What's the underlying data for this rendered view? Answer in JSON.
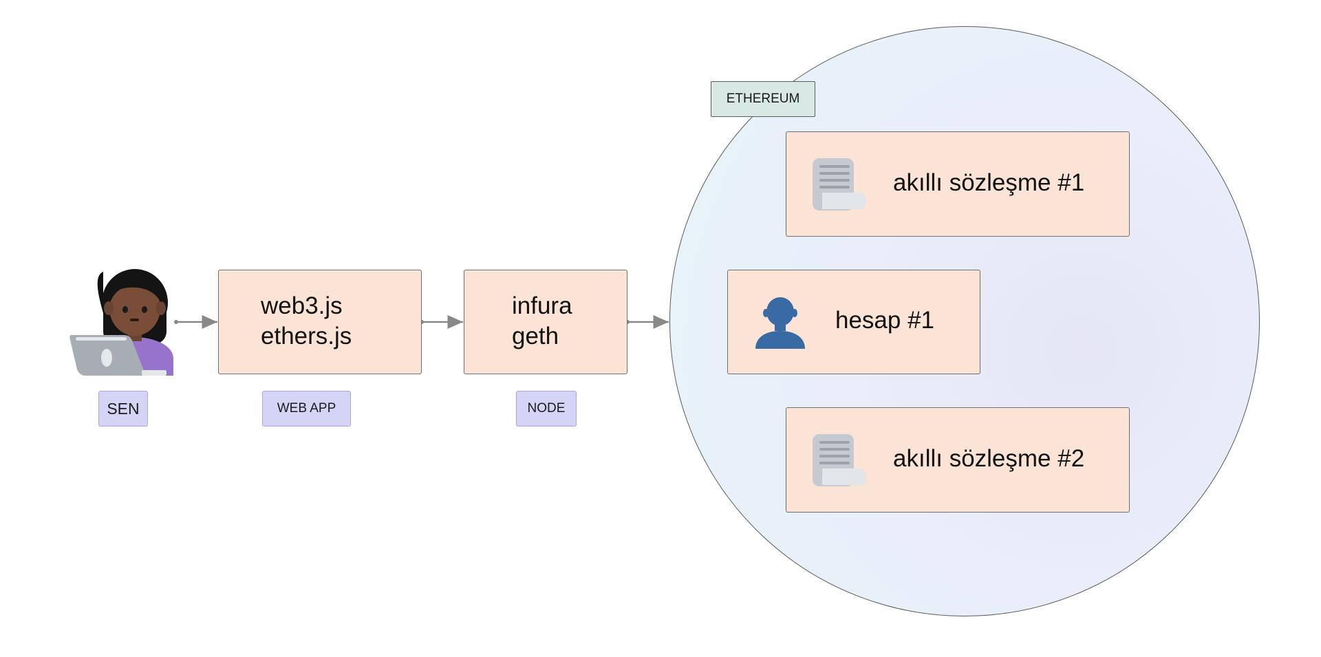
{
  "actors": {
    "user_label": "SEN",
    "webapp_label": "WEB APP",
    "node_label": "NODE"
  },
  "webapp_box": {
    "line1": "web3.js",
    "line2": "ethers.js"
  },
  "node_box": {
    "line1": "infura",
    "line2": "geth"
  },
  "ethereum": {
    "label": "ETHEREUM",
    "contract1": "akıllı sözleşme #1",
    "account1": "hesap #1",
    "contract2": "akıllı sözleşme #2"
  },
  "icons": {
    "user": "woman-with-laptop-icon",
    "contract": "scroll-document-icon",
    "account": "person-silhouette-icon"
  },
  "colors": {
    "box_fill": "#fbe3d6",
    "tag_fill": "#d6d4f6",
    "ethereum_tag_fill": "#d8e8e4",
    "account_icon": "#3a6aa3",
    "arrow": "#888888"
  }
}
